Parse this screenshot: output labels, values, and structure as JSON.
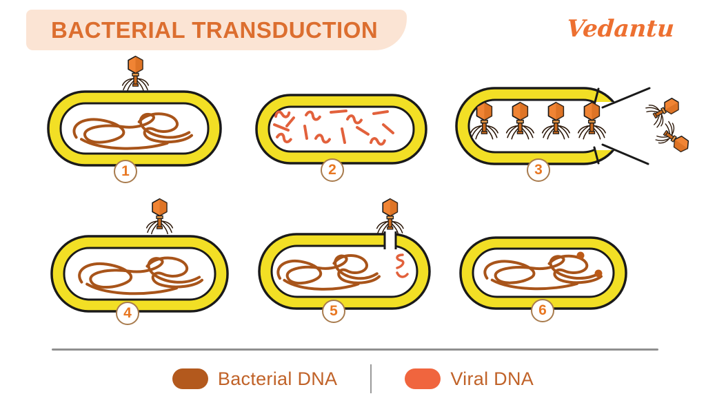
{
  "header": {
    "title": "BACTERIAL TRANSDUCTION",
    "brand": "Vedantu"
  },
  "stages": [
    {
      "number": "1"
    },
    {
      "number": "2"
    },
    {
      "number": "3"
    },
    {
      "number": "4"
    },
    {
      "number": "5"
    },
    {
      "number": "6"
    }
  ],
  "legend": {
    "items": [
      {
        "label": "Bacterial DNA",
        "color": "#B3591D"
      },
      {
        "label": "Viral DNA",
        "color": "#F0653E"
      }
    ]
  },
  "icons": {
    "bacteriophage": "bacteriophage-icon",
    "bacterium": "bacterium-cell-icon",
    "bacterial_dna": "bacterial-dna-tangle-icon",
    "viral_dna_fragments": "viral-dna-fragments-icon"
  },
  "colors": {
    "title": "#DC6E2F",
    "banner_bg": "#FBE4D4",
    "brand": "#ED7031",
    "cell_wall_yellow": "#F2DF25",
    "outline_black": "#1A1A1A",
    "bacterial_dna": "#A8541A",
    "viral_dna": "#E2613C",
    "phage_head": "#F08434",
    "badge_number": "#E87722",
    "badge_ring": "#A87B4D",
    "legend_text": "#C06228",
    "divider_gray": "#8F8F8F"
  }
}
